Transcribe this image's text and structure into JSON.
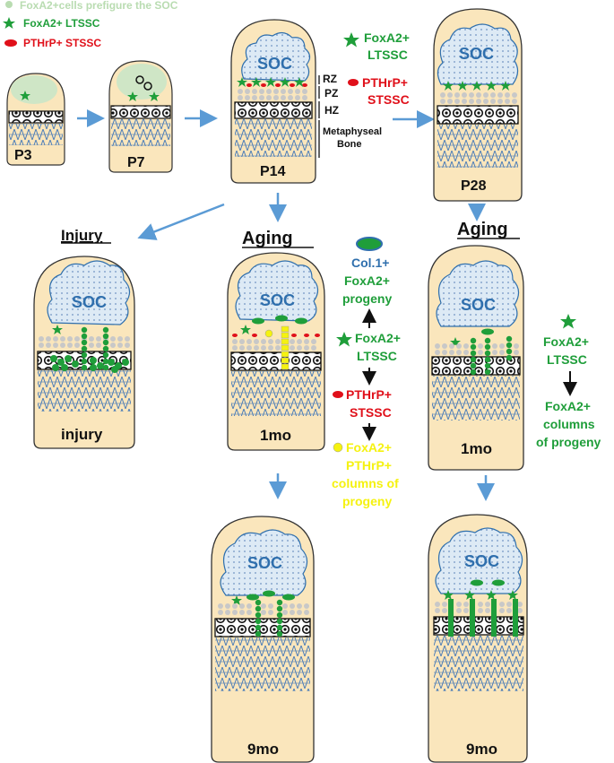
{
  "legend": {
    "items": [
      {
        "text": "FoxA2+cells prefigure the SOC",
        "color": "#b9dcb1",
        "symbol": "dot"
      },
      {
        "text": "FoxA2+ LTSSC",
        "color": "#1f9e3a",
        "symbol": "star"
      },
      {
        "text": "PTHrP+ STSSC",
        "color": "#e0101a",
        "symbol": "oval"
      }
    ]
  },
  "colors": {
    "bone": "#fae6bc",
    "soc_fill": "#ddeaf5",
    "soc_text": "#2f6fad",
    "green": "#1f9e3a",
    "red": "#e0101a",
    "yellow": "#f5f210",
    "arrow": "#5b9bd5",
    "column_blue": "#4f7fb8"
  },
  "stages": {
    "p3": "P3",
    "p7": "P7",
    "p14": "P14",
    "p28": "P28",
    "injury": "injury",
    "aging1_1mo": "1mo",
    "aging2_1mo": "1mo",
    "aging1_9mo": "9mo",
    "aging2_9mo": "9mo"
  },
  "soc_label": "SOC",
  "zones": {
    "rz": "RZ",
    "pz": "PZ",
    "hz": "HZ",
    "metaphyseal_1": "Metaphyseal",
    "metaphyseal_2": "Bone"
  },
  "headings": {
    "injury": "Injury",
    "aging_left": "Aging",
    "aging_right": "Aging"
  },
  "p28_legend": {
    "foxa2_line1": "FoxA2+",
    "foxa2_line2": "LTSSC",
    "pthrp_line1": "PTHrP+",
    "pthrp_line2": "STSSC"
  },
  "middle_lineage": {
    "col1_line1": "Col.1+",
    "col1_line2": "FoxA2+",
    "col1_line3": "progeny",
    "foxa2_line1": "FoxA2+",
    "foxa2_line2": "LTSSC",
    "pthrp_line1": "PTHrP+",
    "pthrp_line2": "STSSC",
    "yellow_line1": "FoxA2+",
    "yellow_line2": "PTHrP+",
    "yellow_line3": "columns of",
    "yellow_line4": "progeny"
  },
  "right_lineage": {
    "foxa2_line1": "FoxA2+",
    "foxa2_line2": "LTSSC",
    "col_line1": "FoxA2+",
    "col_line2": "columns",
    "col_line3": "of progeny"
  }
}
